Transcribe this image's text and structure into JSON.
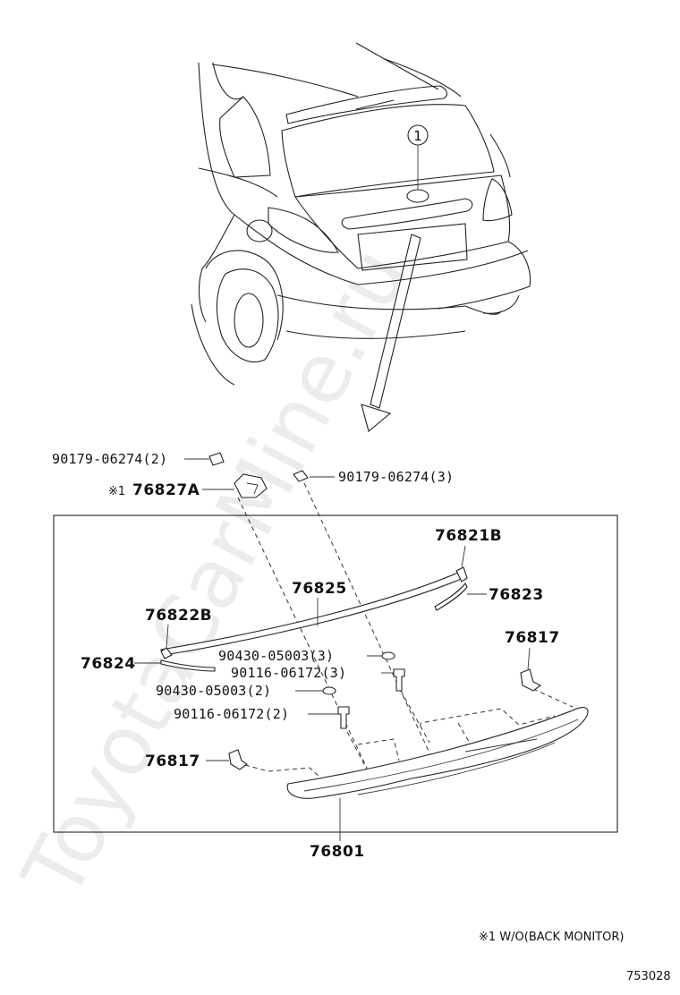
{
  "watermark": "ToyotaCarMine.ru",
  "callout_1": "1",
  "labels": {
    "p90179_top_left": "90179-06274(2)",
    "note_mark": "※1",
    "p76827A": "76827A",
    "p90179_top_right": "90179-06274(3)",
    "p76821B": "76821B",
    "p76825": "76825",
    "p76823": "76823",
    "p76822B": "76822B",
    "p76817_right": "76817",
    "p76824": "76824",
    "p90430_3": "90430-05003(3)",
    "p90116_3": "90116-06172(3)",
    "p90430_2": "90430-05003(2)",
    "p90116_2": "90116-06172(2)",
    "p76817_left": "76817",
    "p76801": "76801"
  },
  "footnote": "※1 W/O(BACK MONITOR)",
  "diagram_number": "753028"
}
